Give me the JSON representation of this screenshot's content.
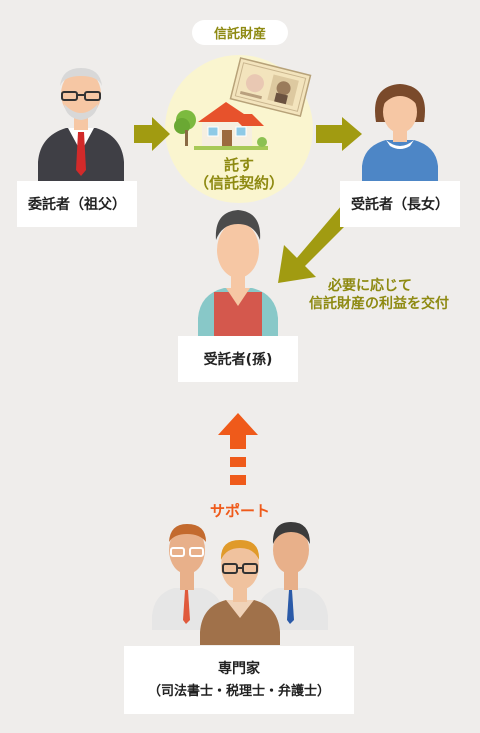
{
  "top_badge": "信託財産",
  "center": {
    "line1": "託す",
    "line2": "（信託契約）"
  },
  "settlor_label": "委託者（祖父）",
  "trustee_label": "受託者（長女）",
  "beneficiary_label": "受託者(孫)",
  "benefit_note": {
    "line1": "必要に応じて",
    "line2": "信託財産の利益を交付"
  },
  "support_label": "サポート",
  "experts": {
    "title": "専門家",
    "detail": "（司法書士・税理士・弁護士）"
  },
  "colors": {
    "background": "#efedeb",
    "olive": "#8e8a12",
    "arrow_olive": "#a19b11",
    "orange": "#ef5a1a",
    "circle": "#faf5cf"
  }
}
